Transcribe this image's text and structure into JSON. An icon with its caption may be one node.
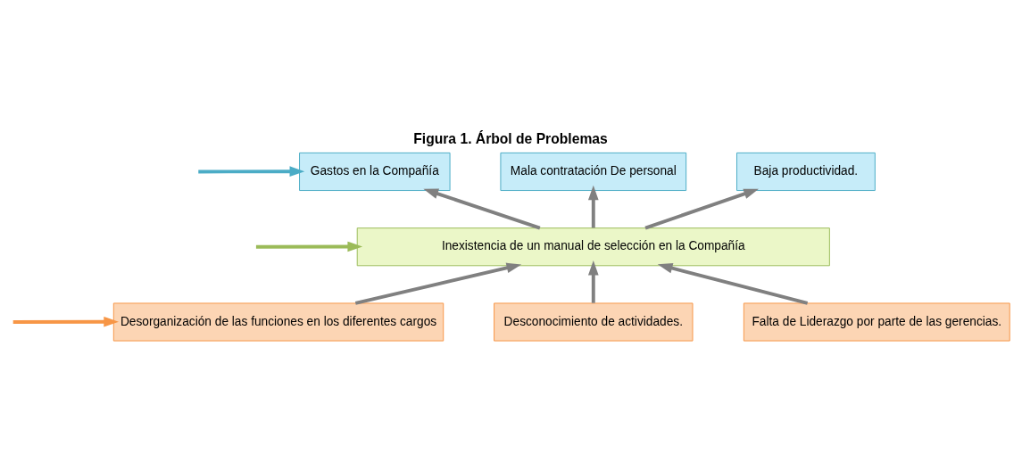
{
  "diagram": {
    "title": "Figura 1. Árbol de Problemas",
    "nodes": [
      {
        "text": [
          "Gastos en la Compañía"
        ]
      },
      {
        "text": [
          "Mala contratación De personal"
        ]
      },
      {
        "text": [
          "Baja productividad."
        ]
      },
      {
        "text": [
          "Inexistencia de un manual de selección en la Compañía"
        ]
      },
      {
        "text": [
          "Desorganización de las funciones en los diferentes cargos"
        ]
      },
      {
        "text": [
          "Desconocimiento de actividades."
        ]
      },
      {
        "text": [
          "Falta de Liderazgo por parte de las gerencias."
        ]
      }
    ],
    "edges": [
      {
        "from": null,
        "to": 0,
        "arrow": "to",
        "color": "#4bacc6"
      },
      {
        "from": 3,
        "to": 0,
        "arrow": "to"
      },
      {
        "from": 3,
        "to": 1,
        "arrow": "to"
      },
      {
        "from": 3,
        "to": 2,
        "arrow": "to"
      },
      {
        "from": null,
        "to": 3,
        "arrow": "to",
        "color": "#9bbb59"
      },
      {
        "from": 4,
        "to": 3,
        "arrow": "to"
      },
      {
        "from": 5,
        "to": 3,
        "arrow": "to"
      },
      {
        "from": 6,
        "to": 3,
        "arrow": "to"
      },
      {
        "from": null,
        "to": 4,
        "arrow": "to",
        "color": "#f79646"
      }
    ]
  }
}
